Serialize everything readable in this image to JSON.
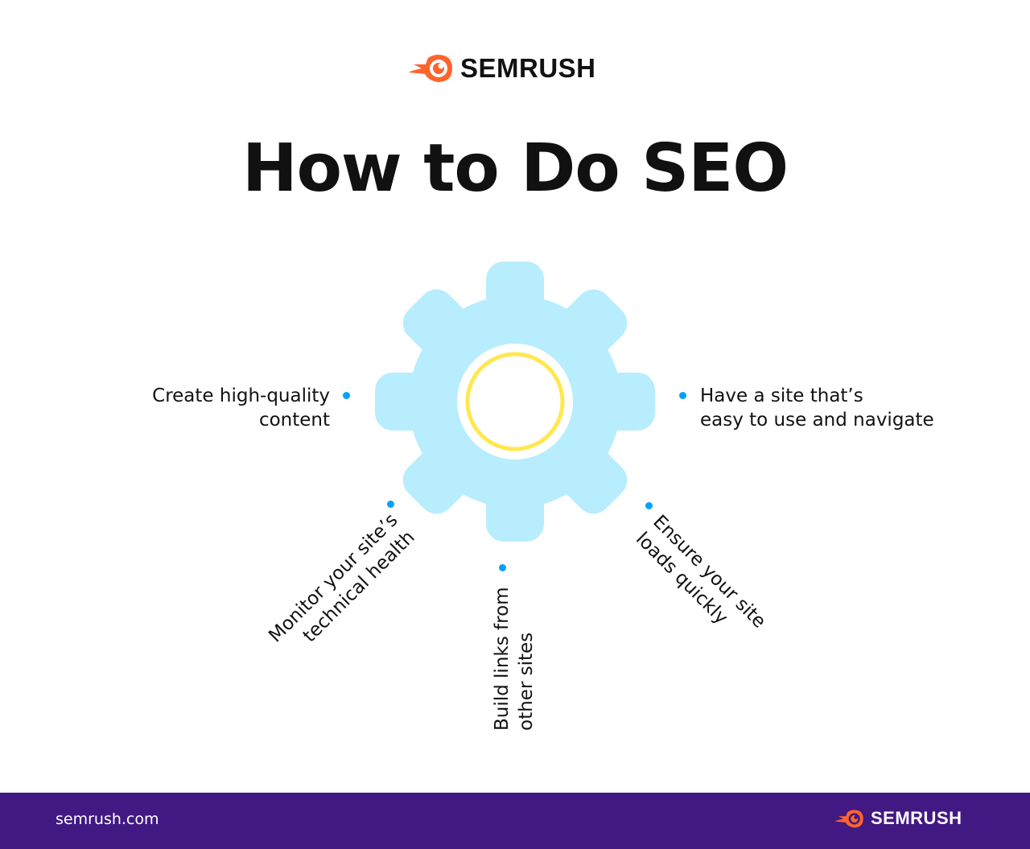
{
  "brand": {
    "name": "SEMRUSH",
    "accent": "#ff642d",
    "footer_bg": "#421983"
  },
  "title": "How to Do SEO",
  "center_icon": "gear-icon",
  "items": [
    {
      "lines": [
        "Create high-quality",
        "content"
      ]
    },
    {
      "lines": [
        "Have a site that’s",
        "easy to use and navigate"
      ]
    },
    {
      "lines": [
        "Monitor your site’s",
        "technical health"
      ]
    },
    {
      "lines": [
        "Build links from",
        "other sites"
      ]
    },
    {
      "lines": [
        "Ensure your site",
        "loads quickly"
      ]
    }
  ],
  "footer": {
    "url": "semrush.com",
    "brand": "SEMRUSH"
  }
}
